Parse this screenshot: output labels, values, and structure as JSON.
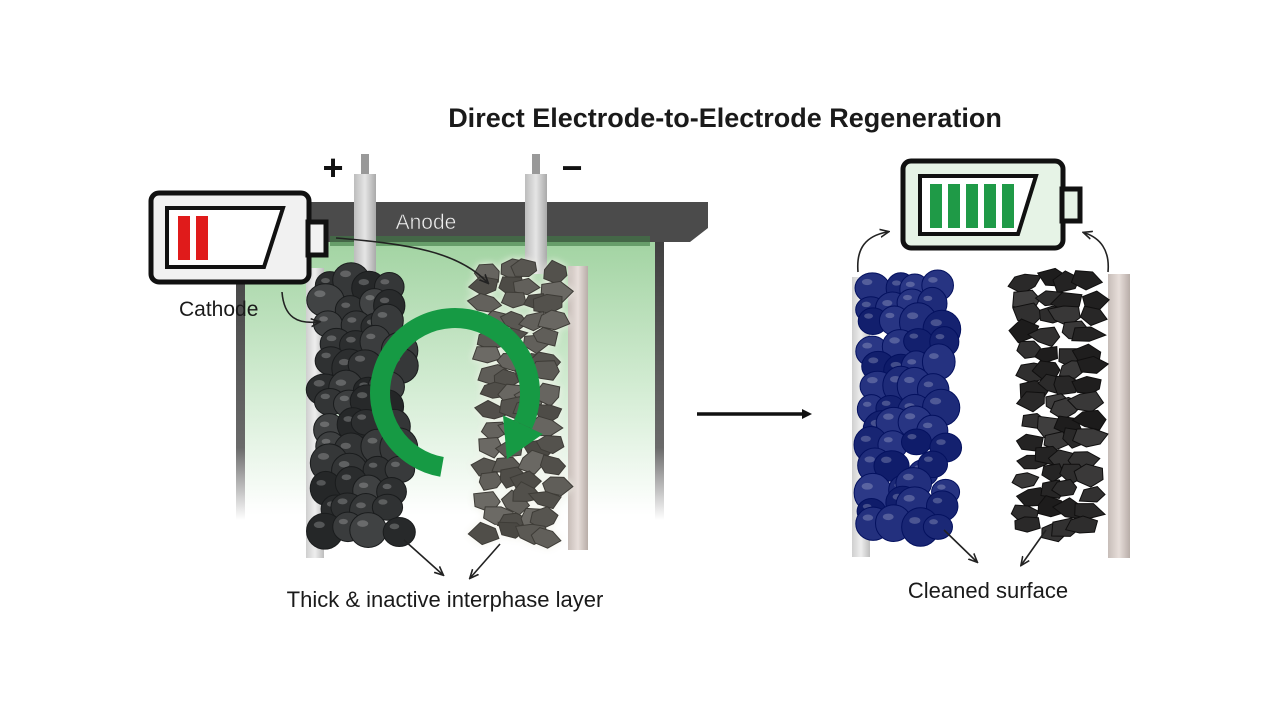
{
  "diagram": {
    "title": "Direct Electrode-to-Electrode Regeneration",
    "labels": {
      "plus": "+",
      "minus": "−",
      "anode": "Anode",
      "cathode": "Cathode",
      "before_caption": "Thick & inactive interphase layer",
      "after_caption": "Cleaned surface"
    },
    "batteries": {
      "before": {
        "charge_bars": 2,
        "bar_color": "#e01b1b",
        "body_fill": "#f1f1f1"
      },
      "after": {
        "charge_bars": 5,
        "bar_color": "#1f9a47",
        "body_fill": "#e6f3e6"
      }
    },
    "colors": {
      "electrolyte": "#bfe2bf",
      "cycle_arrow": "#169a44",
      "cathode_before": "#333536",
      "anode_before": "#5c5a55",
      "cathode_after": "#1d2a78",
      "anode_after": "#2e2d2d",
      "frame": "#4a4a4a"
    }
  }
}
